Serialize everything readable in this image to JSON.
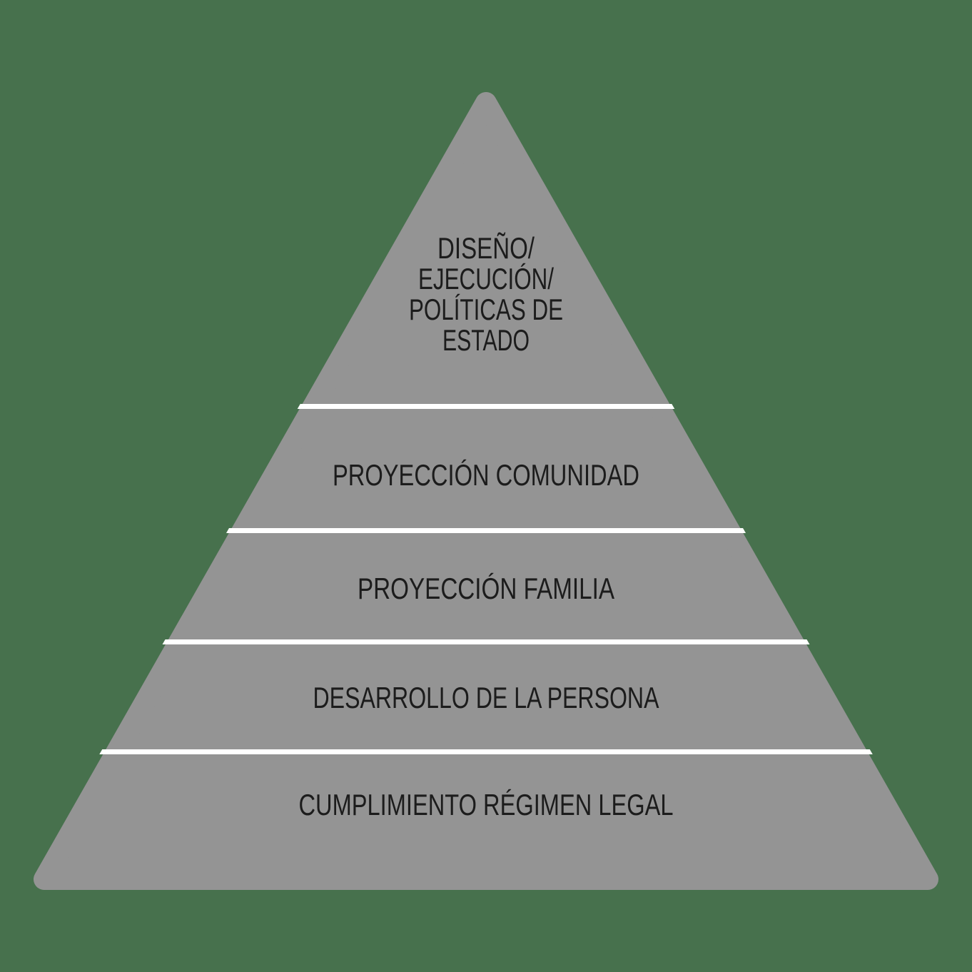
{
  "canvas": {
    "background_color": "#47714d"
  },
  "pyramid": {
    "fill_color": "#949494",
    "divider_color": "#ffffff",
    "text_color": "#1c1c1c",
    "levels": [
      {
        "label": "DISEÑO/ EJECUCIÓN/ POLÍTICAS DE ESTADO",
        "lines": [
          "DISEÑO/",
          "EJECUCIÓN/",
          "POLÍTICAS DE",
          "ESTADO"
        ]
      },
      {
        "label": "PROYECCIÓN COMUNIDAD"
      },
      {
        "label": "PROYECCIÓN FAMILIA"
      },
      {
        "label": "DESARROLLO DE LA PERSONA"
      },
      {
        "label": "CUMPLIMIENTO RÉGIMEN LEGAL"
      }
    ]
  }
}
